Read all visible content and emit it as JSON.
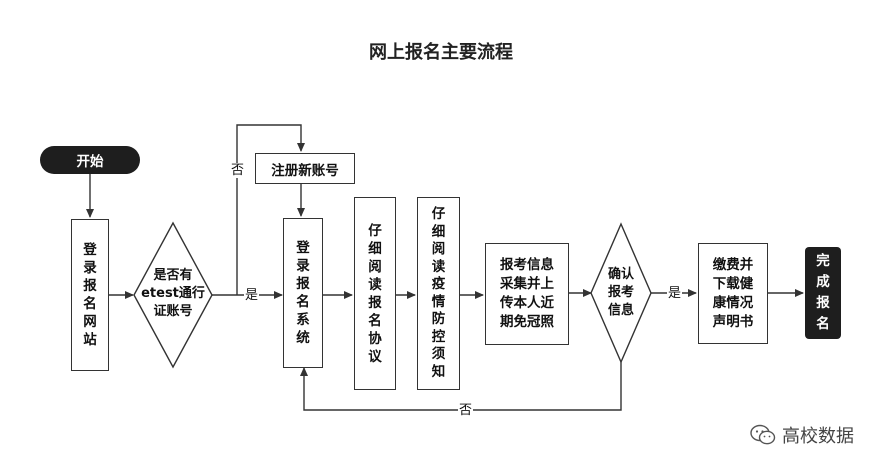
{
  "title": "网上报名主要流程",
  "nodes": {
    "start": "开始",
    "login_site": "登录报名网站",
    "has_account": "是否有\netest通行\n证账号",
    "register": "注册新账号",
    "login_system": "登录报名系统",
    "read_agreement": "仔细阅读报名协议",
    "read_notice": "仔细阅读疫情防控须知",
    "report_info": "报考信息\n采集并上\n传本人近\n期免冠照",
    "confirm": "确认\n报考\n信息",
    "pay": "缴费并\n下载健\n康情况\n声明书",
    "done": "完成报名"
  },
  "edge_labels": {
    "yes1": "是",
    "no1": "否",
    "yes2": "是",
    "no2": "否"
  },
  "footer": {
    "icon": "wechat-icon",
    "text": "高校数据"
  },
  "colors": {
    "terminal": "#1e1e1e",
    "line": "#333333"
  }
}
